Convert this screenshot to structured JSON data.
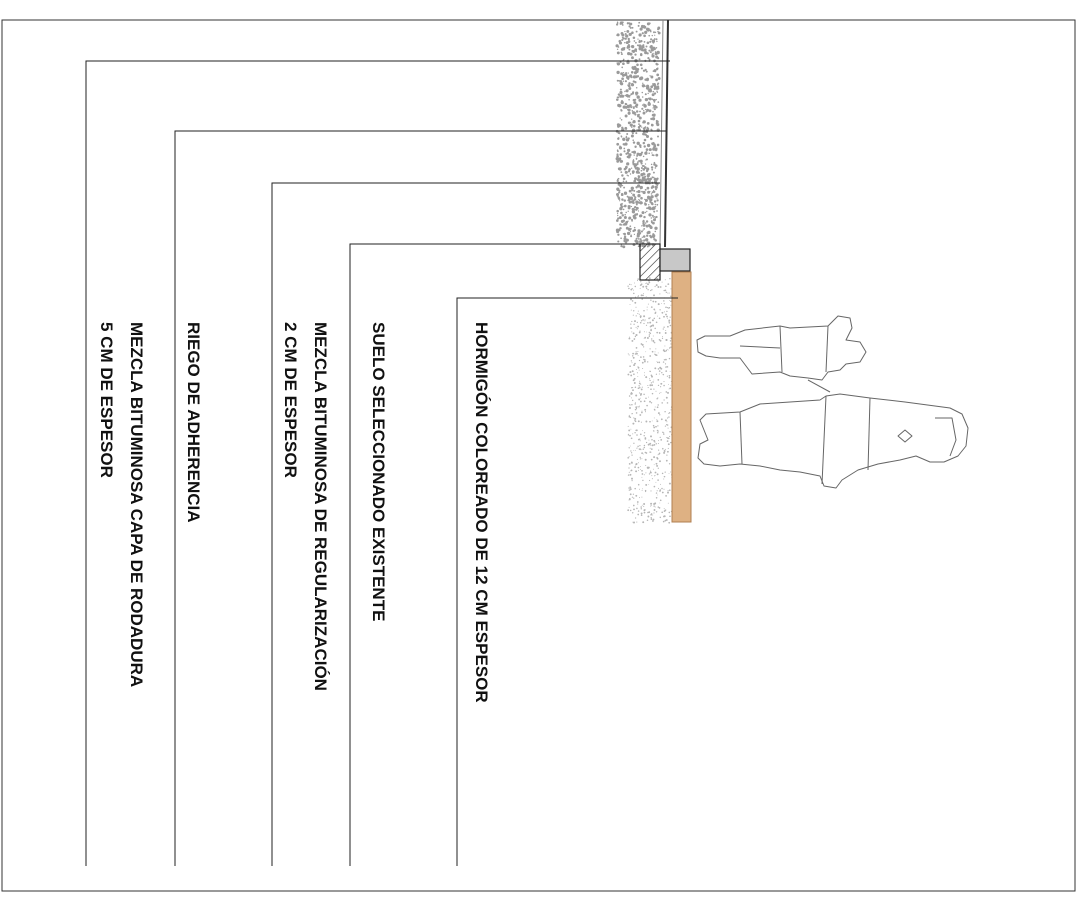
{
  "labels": {
    "hormigon": "HORMIGÓN COLOREADO DE 12 CM ESPESOR",
    "suelo": "SUELO SELECCIONADO EXISTENTE",
    "regularizacion_line1": "MEZCLA BITUMINOSA DE REGULARIZACIÓN",
    "regularizacion_line2": "2 CM DE ESPESOR",
    "riego": "RIEGO DE ADHERENCIA",
    "rodadura_line1": "MEZCLA BITUMINOSA CAPA DE RODADURA",
    "rodadura_line2": "5 CM DE ESPESOR"
  },
  "colors": {
    "concrete": "#deb183",
    "concrete_edge": "#b07f50",
    "curb": "#c8c8c8",
    "asphalt_dots": "#9a9a9a",
    "soil_dots": "#b5b5b5",
    "lines": "#222222"
  }
}
